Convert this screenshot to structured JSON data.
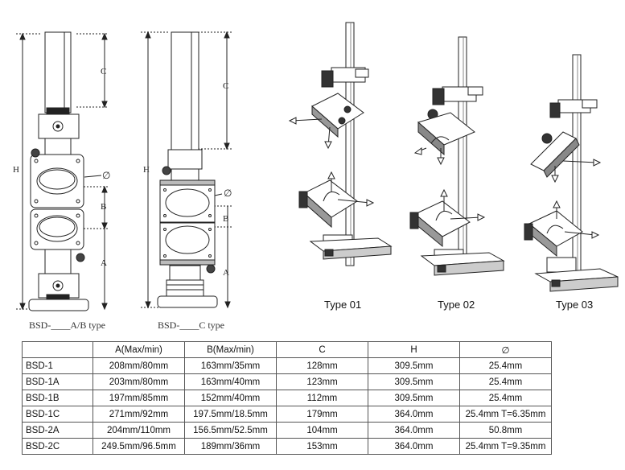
{
  "drawings": {
    "dimension_labels_ab": {
      "c": "C",
      "h": "H",
      "phi": "∅",
      "b": "B",
      "a": "A"
    },
    "dimension_labels_c": {
      "c": "C",
      "h": "H",
      "phi": "∅",
      "b": "B",
      "a": "A"
    },
    "caption_ab": "BSD-____A/B type",
    "caption_c": "BSD-____C type",
    "type_labels": [
      "Type 01",
      "Type 02",
      "Type 03"
    ]
  },
  "spec_table": {
    "headers": [
      "",
      "A(Max/min)",
      "B(Max/min)",
      "C",
      "H",
      "∅"
    ],
    "rows": [
      [
        "BSD-1",
        "208mm/80mm",
        "163mm/35mm",
        "128mm",
        "309.5mm",
        "25.4mm"
      ],
      [
        "BSD-1A",
        "203mm/80mm",
        "163mm/40mm",
        "123mm",
        "309.5mm",
        "25.4mm"
      ],
      [
        "BSD-1B",
        "197mm/85mm",
        "152mm/40mm",
        "112mm",
        "309.5mm",
        "25.4mm"
      ],
      [
        "BSD-1C",
        "271mm/92mm",
        "197.5mm/18.5mm",
        "179mm",
        "364.0mm",
        "25.4mm T=6.35mm"
      ],
      [
        "BSD-2A",
        "204mm/110mm",
        "156.5mm/52.5mm",
        "104mm",
        "364.0mm",
        "50.8mm"
      ],
      [
        "BSD-2C",
        "249.5mm/96.5mm",
        "189mm/36mm",
        "153mm",
        "364.0mm",
        "25.4mm T=9.35mm"
      ]
    ]
  }
}
